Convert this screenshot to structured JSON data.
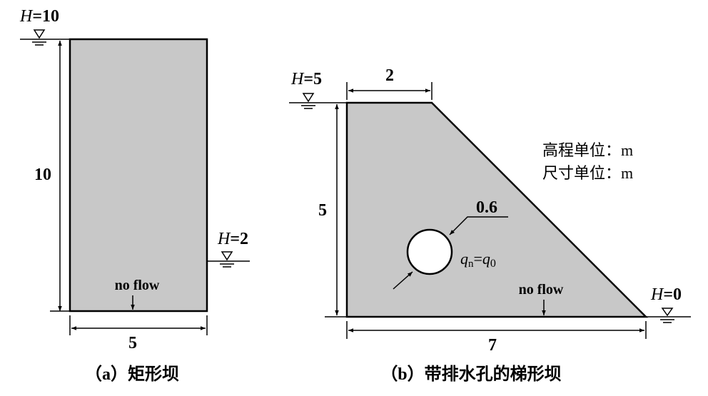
{
  "colors": {
    "dam_fill": "#c8c8c8",
    "line": "#000000"
  },
  "panel_a": {
    "upstream_head": {
      "var": "H",
      "value": "=10"
    },
    "downstream_head": {
      "var": "H",
      "value": "=2"
    },
    "height_dim": "10",
    "width_dim": "5",
    "bottom_label": "no flow",
    "caption": "（a）矩形坝"
  },
  "panel_b": {
    "upstream_head": {
      "var": "H",
      "value": "=5"
    },
    "downstream_head": {
      "var": "H",
      "value": "=0"
    },
    "top_width_dim": "2",
    "height_dim": "5",
    "base_width_dim": "7",
    "drain_diameter": "0.6",
    "drain_bc": {
      "q": "q",
      "sub_n": "n",
      "eq": "=",
      "q2": "q",
      "sub_0": "0"
    },
    "bottom_label": "no flow",
    "units": [
      "高程单位：m",
      "尺寸单位：m"
    ],
    "caption": "（b）带排水孔的梯形坝"
  }
}
